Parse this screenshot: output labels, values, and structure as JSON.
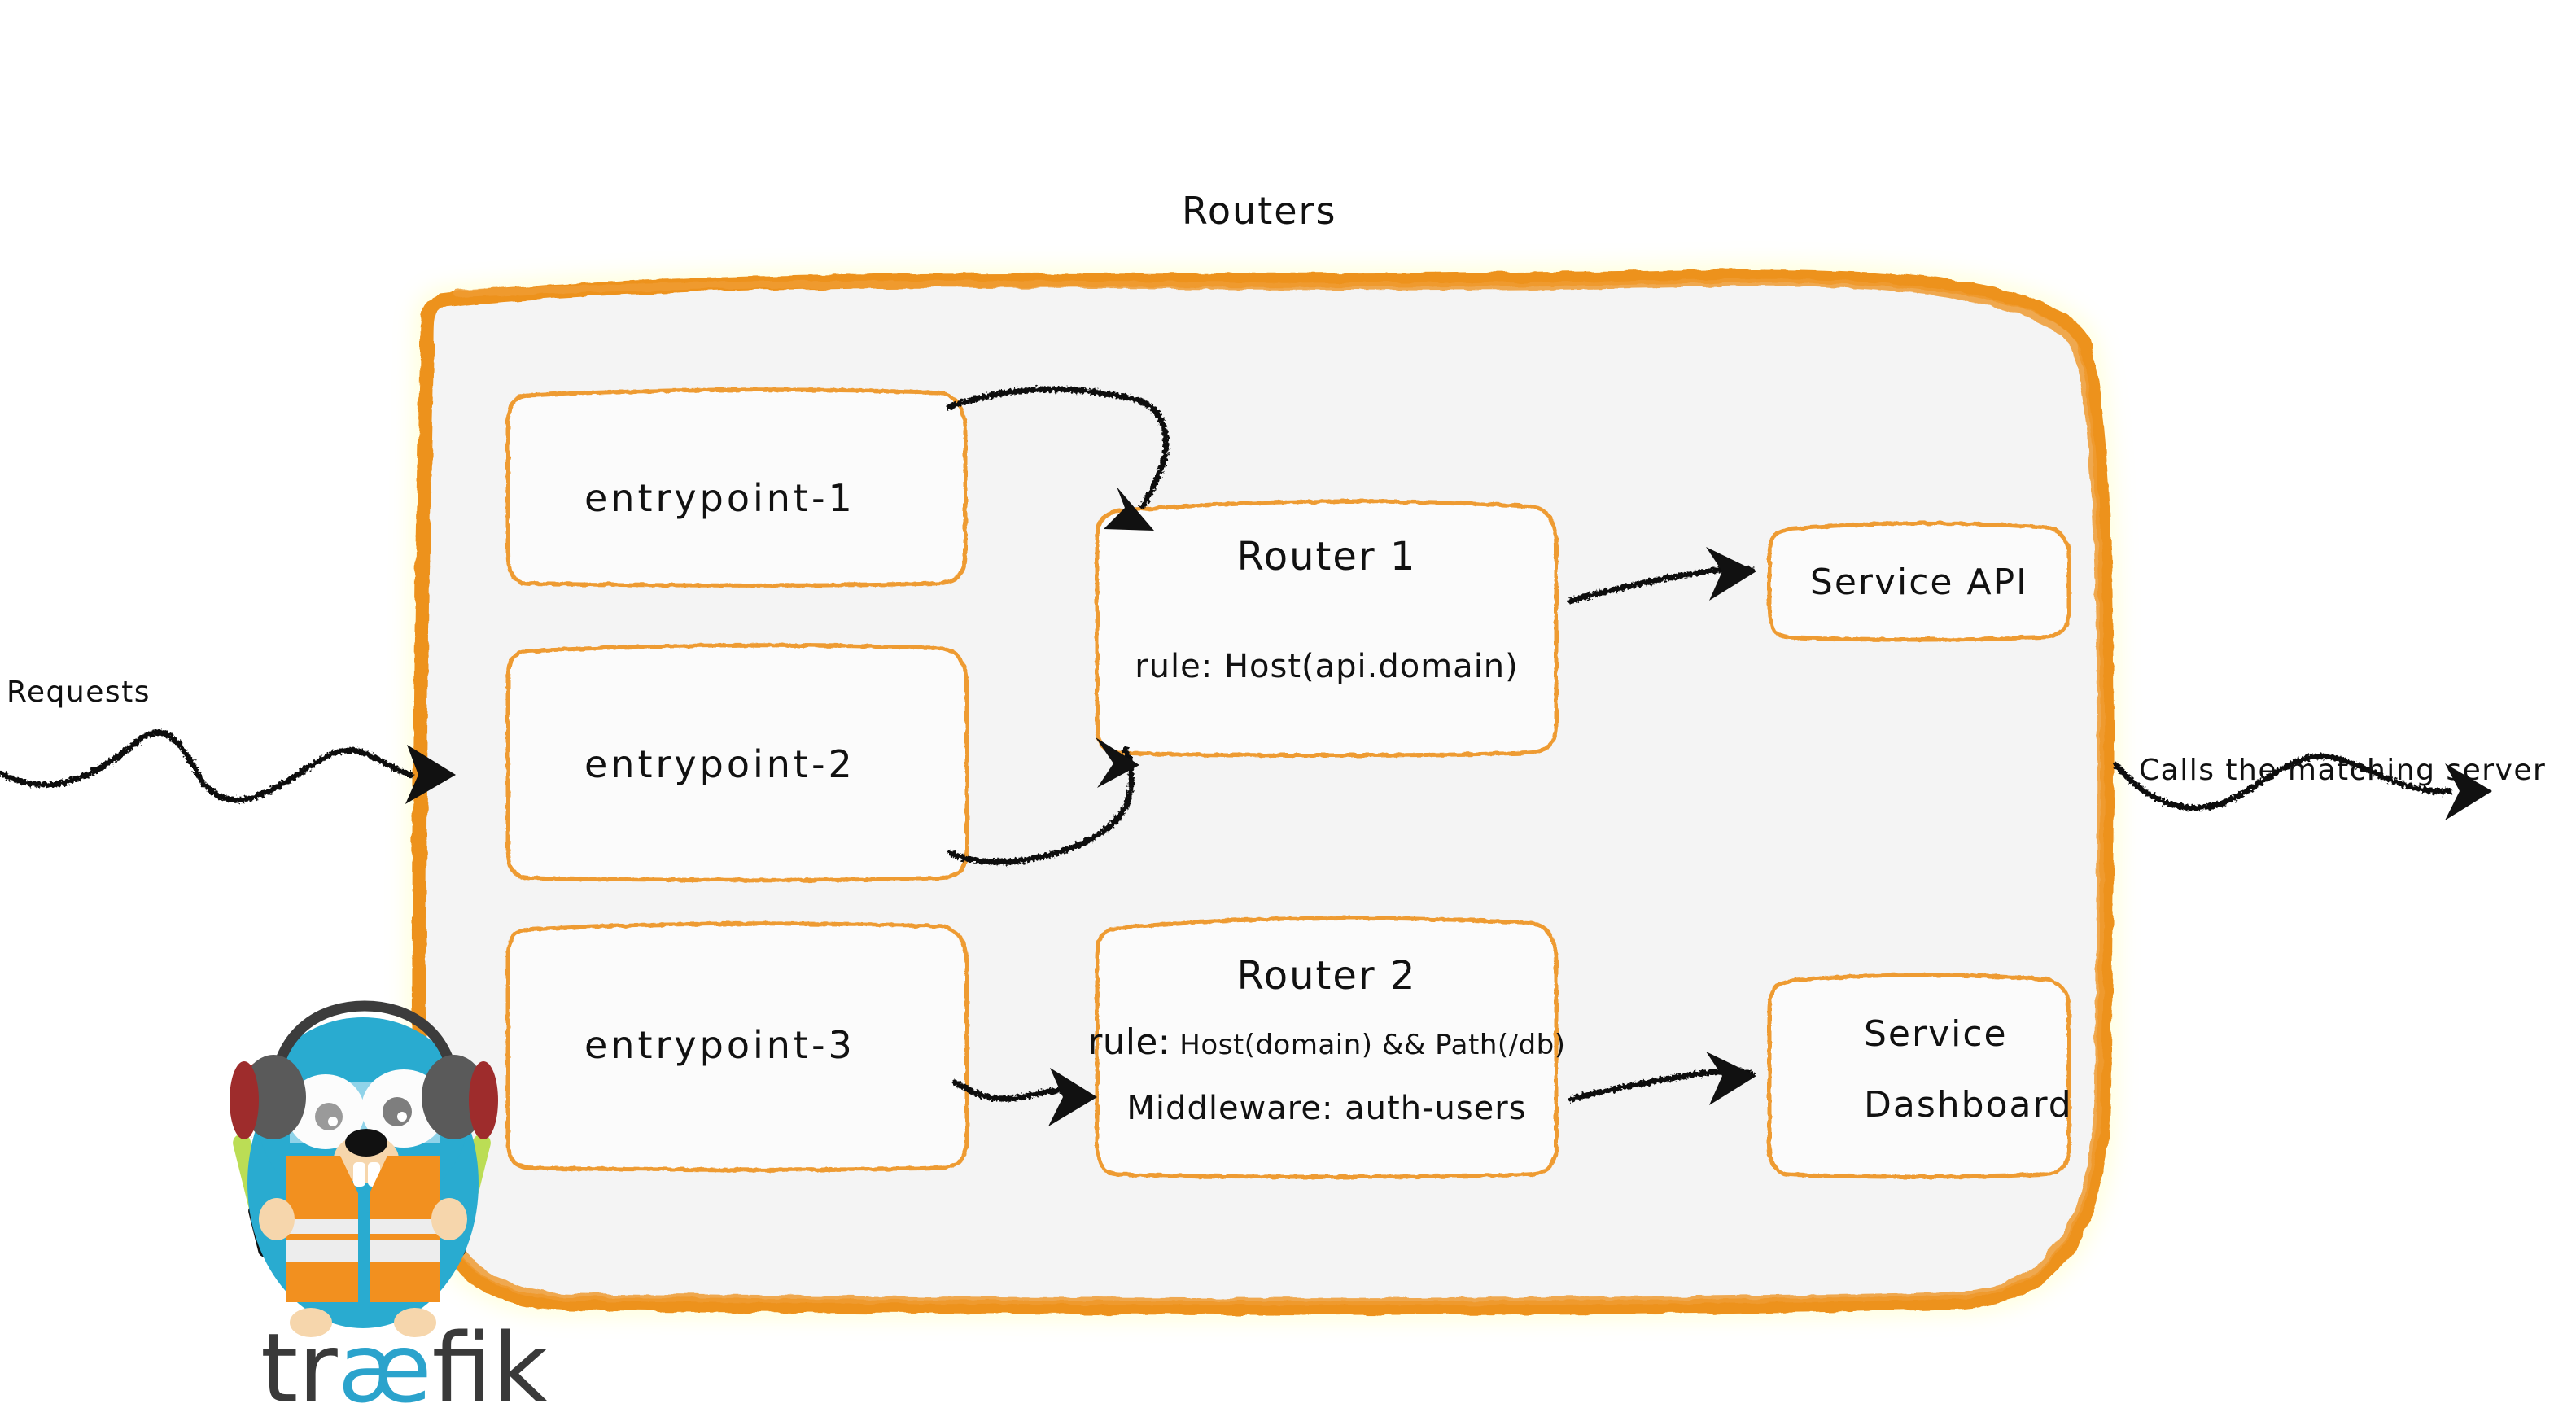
{
  "diagram": {
    "title": "Routers",
    "colors": {
      "accent_orange": "#ED921F",
      "box_orange": "#EE9B33",
      "panel_fill": "#F4F4F4",
      "ink": "#111111",
      "gopher_body": "#29ABD0",
      "gopher_vest": "#F2901F",
      "logo_dark": "#3A3A3A",
      "logo_cyan": "#2BA3CC",
      "wand_green": "#BBDD55"
    }
  },
  "labels": {
    "requests": "Requests",
    "calls_server": "Calls the matching server"
  },
  "entrypoints": [
    {
      "name": "entrypoint-1"
    },
    {
      "name": "entrypoint-2"
    },
    {
      "name": "entrypoint-3"
    }
  ],
  "routers": [
    {
      "name": "Router 1",
      "rule_prefix": "rule:",
      "rule": "Host(api.domain)",
      "middleware_prefix": "",
      "middleware": ""
    },
    {
      "name": "Router 2",
      "rule_prefix": "rule:",
      "rule": "Host(domain) && Path(/db)",
      "middleware_prefix": "Middleware:",
      "middleware": "auth-users"
    }
  ],
  "services": [
    {
      "name": "Service API",
      "line1": "Service API",
      "line2": ""
    },
    {
      "name": "Service Dashboard",
      "line1": "Service",
      "line2": "Dashboard"
    }
  ],
  "brand": {
    "wordmark_part1": "tr",
    "wordmark_part2": "æ",
    "wordmark_part3": "fik",
    "mascot": "traefik-gopher-mascot"
  }
}
